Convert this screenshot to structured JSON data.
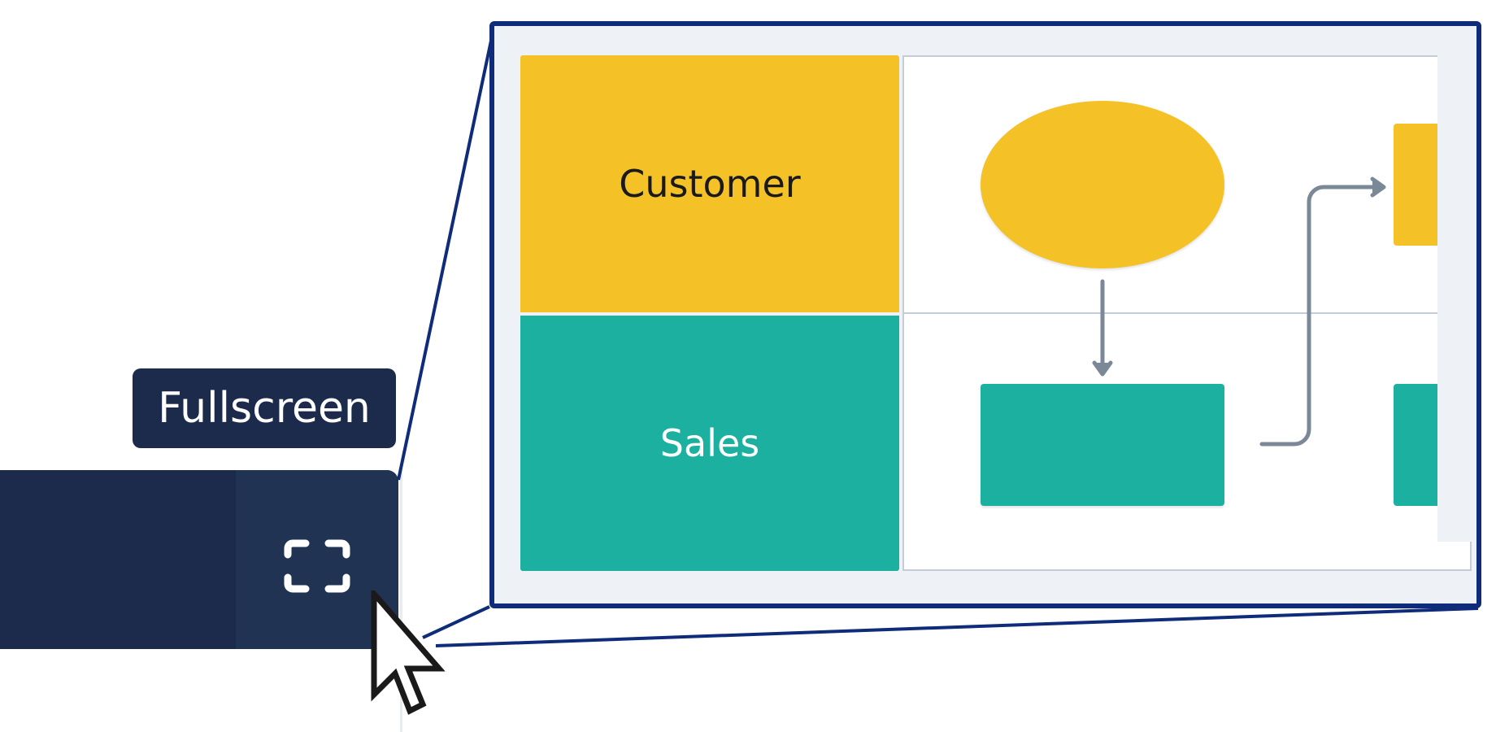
{
  "tooltip": {
    "label": "Fullscreen"
  },
  "toolbar": {
    "fullscreen_icon": "fullscreen-icon"
  },
  "preview": {
    "lanes": [
      {
        "label": "Customer"
      },
      {
        "label": "Sales"
      }
    ]
  },
  "colors": {
    "toolbar_bg": "#1c2b4b",
    "frame_border": "#0f2c7a",
    "customer_lane": "#f4c227",
    "sales_lane": "#1bb0a0",
    "connector": "#7b8898"
  }
}
